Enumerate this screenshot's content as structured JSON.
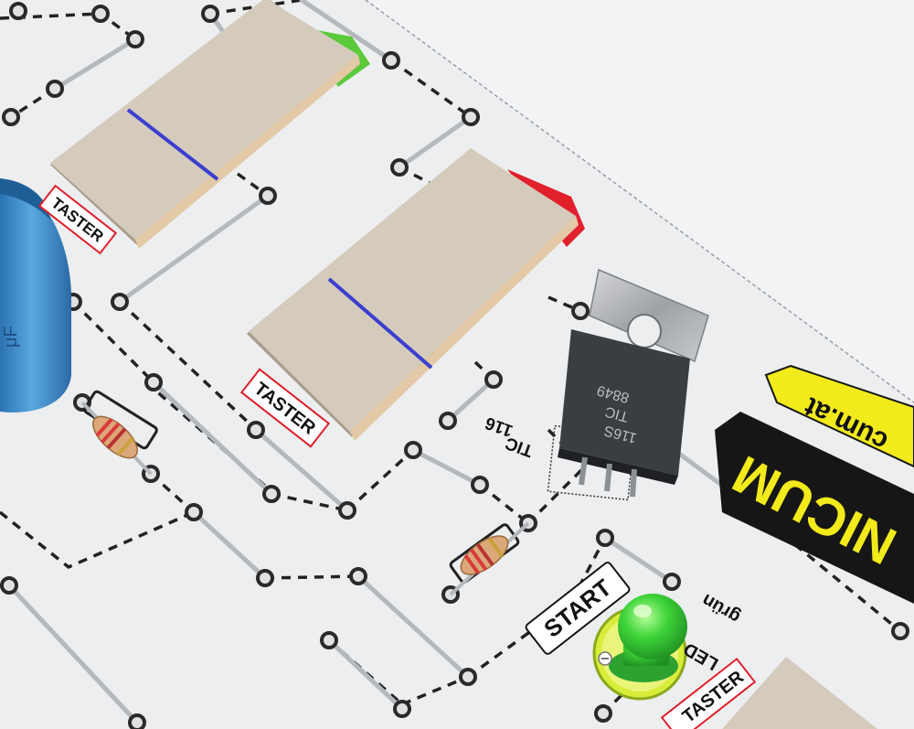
{
  "labels": {
    "taster_top": "TASTER",
    "taster_mid": "TASTER",
    "taster_bottom": "TASTER",
    "tic_line1": "TIC",
    "tic_line2": "116",
    "start": "START",
    "led_line1": "LED",
    "led_line2": "grün",
    "brand": "NICUM",
    "website": "cum.at",
    "chip_line1": "8849",
    "chip_line2": "TIC",
    "chip_line3": "116S"
  },
  "colors": {
    "board": "#eceeef",
    "cardboard": "#d5cbbd",
    "trace": "#222222",
    "taster_red": "#e0202a",
    "led_green": "#3fd43a",
    "brand_yellow": "#f2ea1a",
    "brand_black": "#161616",
    "capacitor_blue": "#3d8fce",
    "wire": "#b9bcc0"
  }
}
